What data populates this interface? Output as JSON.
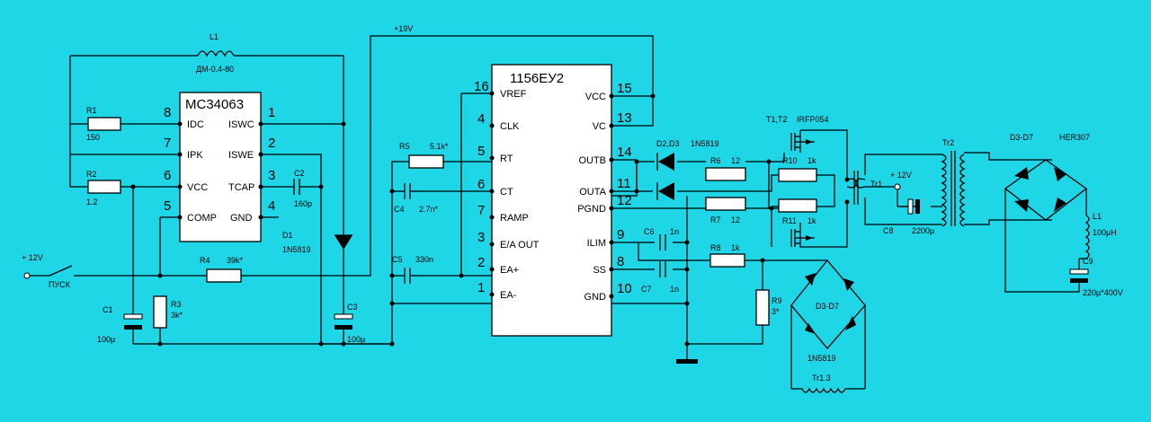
{
  "net_labels": {
    "v19": "+19V",
    "v12_in": "+ 12V",
    "pusk": "ПУСК",
    "v12_out": "+ 12V"
  },
  "ic1": {
    "name": "MC34063",
    "left_pins": [
      {
        "num": "8",
        "label": "IDC"
      },
      {
        "num": "7",
        "label": "IPK"
      },
      {
        "num": "6",
        "label": "VCC"
      },
      {
        "num": "5",
        "label": "COMP"
      }
    ],
    "right_pins": [
      {
        "num": "1",
        "label": "ISWC"
      },
      {
        "num": "2",
        "label": "ISWE"
      },
      {
        "num": "3",
        "label": "TCAP"
      },
      {
        "num": "4",
        "label": "GND"
      }
    ]
  },
  "ic2": {
    "name": "1156ЕУ2",
    "left_pins": [
      {
        "num": "16",
        "label": "VREF"
      },
      {
        "num": "4",
        "label": "CLK"
      },
      {
        "num": "5",
        "label": "RT"
      },
      {
        "num": "6",
        "label": "CT"
      },
      {
        "num": "7",
        "label": "RAMP"
      },
      {
        "num": "3",
        "label": "E/A OUT"
      },
      {
        "num": "2",
        "label": "EA+"
      },
      {
        "num": "1",
        "label": "EA-"
      }
    ],
    "right_pins": [
      {
        "num": "15",
        "label": "VCC"
      },
      {
        "num": "13",
        "label": "VC"
      },
      {
        "num": "14",
        "label": "OUTB"
      },
      {
        "num": "11",
        "label": "OUTA"
      },
      {
        "num": "12",
        "label": "PGND"
      },
      {
        "num": "9",
        "label": "ILIM"
      },
      {
        "num": "8",
        "label": "SS"
      },
      {
        "num": "10",
        "label": "GND"
      }
    ]
  },
  "parts": {
    "L1a": {
      "ref": "L1",
      "value": "ДМ-0.4-80"
    },
    "R1": {
      "ref": "R1",
      "value": "150"
    },
    "R2": {
      "ref": "R2",
      "value": "1.2"
    },
    "C2": {
      "ref": "C2",
      "value": "160p"
    },
    "D1": {
      "ref": "D1",
      "value": "1N5819"
    },
    "R4": {
      "ref": "R4",
      "value": "39k*"
    },
    "R3": {
      "ref": "R3",
      "value": "3k*"
    },
    "C1": {
      "ref": "C1",
      "value": "100µ"
    },
    "C3": {
      "ref": "C3",
      "value": "100µ"
    },
    "R5": {
      "ref": "R5",
      "value": "5.1k*"
    },
    "C4": {
      "ref": "C4",
      "value": "2.7n*"
    },
    "C5": {
      "ref": "C5",
      "value": "330n"
    },
    "D23": {
      "ref": "D2,D3",
      "value": "1N5819"
    },
    "R6": {
      "ref": "R6",
      "value": "12"
    },
    "R7": {
      "ref": "R7",
      "value": "12"
    },
    "R10": {
      "ref": "R10",
      "value": "1k"
    },
    "R11": {
      "ref": "R11",
      "value": "1k"
    },
    "T12": {
      "ref": "T1,T2",
      "value": "IRFP054"
    },
    "C6": {
      "ref": "C6",
      "value": "1n"
    },
    "C7": {
      "ref": "C7",
      "value": "1n"
    },
    "R8": {
      "ref": "R8",
      "value": "1k"
    },
    "R9": {
      "ref": "R9",
      "value": "3*"
    },
    "D3D7a": {
      "ref": "D3-D7",
      "value": "1N5819"
    },
    "Tr13": {
      "ref": "Tr1.3"
    },
    "Tr1": {
      "ref": "Tr1"
    },
    "Tr2": {
      "ref": "Tr2"
    },
    "C8": {
      "ref": "C8",
      "value": "2200µ"
    },
    "D3D7b": {
      "ref": "D3-D7",
      "value": "HER307"
    },
    "L1b": {
      "ref": "L1",
      "value": "100µH"
    },
    "C9": {
      "ref": "C9",
      "value": "220µ*400V"
    }
  }
}
